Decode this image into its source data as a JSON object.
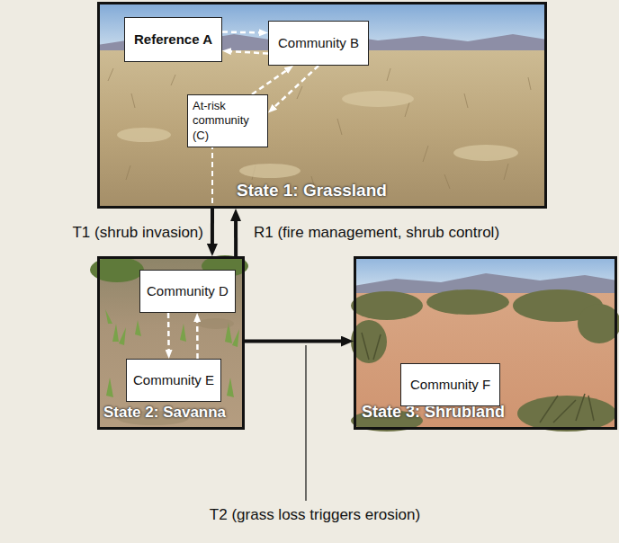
{
  "diagram": {
    "nodes": [
      {
        "text": [
          "State 1: Grassland"
        ]
      },
      {
        "text": [
          "Reference A"
        ],
        "in": 0
      },
      {
        "text": [
          "Community B"
        ],
        "in": 0
      },
      {
        "text": [
          "At-risk community (C)"
        ],
        "in": 0
      },
      {
        "text": [
          "State 2: Savanna"
        ]
      },
      {
        "text": [
          "Community D"
        ],
        "in": 4
      },
      {
        "text": [
          "Community E"
        ],
        "in": 4
      },
      {
        "text": [
          "State 3: Shrubland"
        ]
      },
      {
        "text": [
          "Community F"
        ],
        "in": 7
      }
    ],
    "edges": [
      {
        "from": 1,
        "to": 2,
        "arrow": "to"
      },
      {
        "from": 2,
        "to": 1,
        "arrow": "to"
      },
      {
        "from": 2,
        "to": 3,
        "arrow": "to"
      },
      {
        "from": 3,
        "to": 2,
        "arrow": "to"
      },
      {
        "from": 0,
        "to": 4,
        "label": "T1 (shrub invasion)",
        "arrow": "to"
      },
      {
        "from": 4,
        "to": 0,
        "label": "R1 (fire management, shrub control)",
        "arrow": "to"
      },
      {
        "from": 5,
        "to": 6,
        "arrow": "to"
      },
      {
        "from": 6,
        "to": 5,
        "arrow": "to"
      },
      {
        "from": 4,
        "to": 7,
        "label": "T2 (grass loss triggers erosion)",
        "arrow": "to"
      }
    ]
  }
}
